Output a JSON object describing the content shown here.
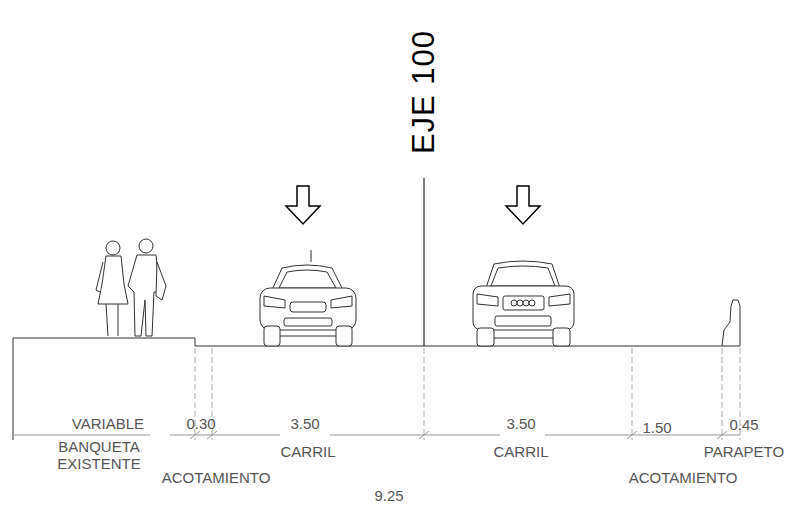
{
  "diagram": {
    "labels": [
      "EJE 100",
      "VARIABLE",
      "0.30",
      "3.50",
      "3.50",
      "1.50",
      "0.45",
      "BANQUETA EXISTENTE",
      "ACOTAMIENTO",
      "CARRIL",
      "CARRIL",
      "ACOTAMIENTO",
      "PARAPETO",
      "9.25"
    ]
  }
}
